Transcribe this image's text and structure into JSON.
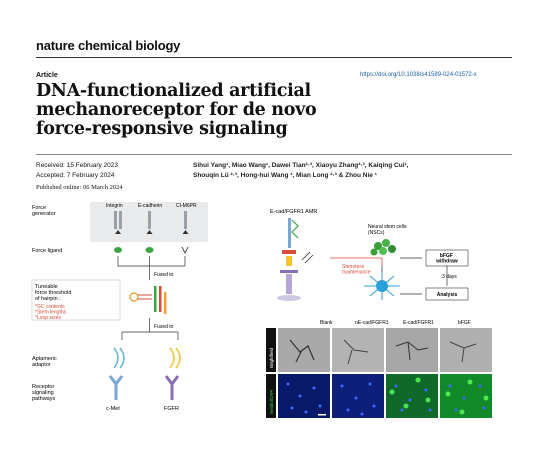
{
  "journal": "nature chemical biology",
  "article_type": "Article",
  "doi": "https://doi.org/10.1038/s41589-024-01572-x",
  "title_lines": [
    "DNA-functionalized artificial",
    "mechanoreceptor for de novo",
    "force-responsive signaling"
  ],
  "dates": {
    "received": "Received: 15 February 2023",
    "accepted": "Accepted: 7 February 2024",
    "published": "Published online: 06 March 2024"
  },
  "authors_lines": [
    "Sihui Yang¹, Miao Wang¹, Dawei Tian²·³, Xiaoyu Zhang²·³, Kaiqing Cui¹,",
    "Shouqin Lü ²·³, Hong-hui Wang ¹, Mian Long ²·³ & Zhou Nie ¹"
  ],
  "figure_left": {
    "force_generator": [
      "Force",
      "generator"
    ],
    "receptor_labels": [
      "Integrin",
      "E-cadherin",
      "CI-M6PR"
    ],
    "force_ligand": "Force ligand",
    "fused_to_1": "Fused to",
    "tuneable": [
      "Tuneable",
      "force threshold",
      "of hairpin :"
    ],
    "hairpin_params": [
      "*GC contents",
      "*Stem lengths",
      "*Loop sizes"
    ],
    "fused_to_2": "Fused to",
    "aptameric": [
      "Aptameric",
      "adaptor"
    ],
    "receptor_signaling": [
      "Receptor",
      "signaling",
      "pathways"
    ],
    "receptor_names": [
      "c-Met",
      "FGFR"
    ]
  },
  "figure_right": {
    "amr_label": "E-cad/FGFR1 AMR",
    "nsc_label": [
      "Neural stem cells",
      "(NSCs)"
    ],
    "stemness": [
      "Stemness",
      "maintenance"
    ],
    "bfgf_withdraw": [
      "bFGF",
      "withdraw"
    ],
    "three_days": "3 days",
    "analysis": "Analysis",
    "columns": [
      "Blank",
      "nE-cad/FGFR1",
      "E-cad/FGFR1",
      "bFGF"
    ],
    "row_labels": [
      "Brightfield",
      "Nestin/DAPI"
    ]
  },
  "colors": {
    "doi_link": "#1a5fb4",
    "hairpin_red": "#d94b3a",
    "ligand_green": "#3aa640",
    "receptor_blue": "#7aa6cf",
    "receptor_purple": "#8b6fb5",
    "aptamer_yellow": "#f2c230",
    "nestin_green": "#2fc23a",
    "dapi_blue": "#1c3ad8"
  }
}
